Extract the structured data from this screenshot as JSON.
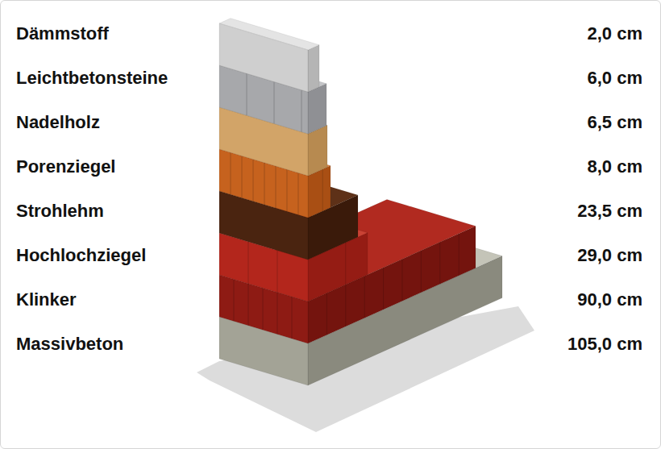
{
  "diagram": {
    "labels": [
      "Dämmstoff",
      "2,0 cm",
      "Leichtbetonsteine",
      "6,0 cm",
      "Nadelholz",
      "6,5 cm",
      "Porenziegel",
      "8,0 cm",
      "Strohlehm",
      "23,5 cm",
      "Hochlochziegel",
      "29,0 cm",
      "Klinker",
      "90,0 cm",
      "Massivbeton",
      "105,0 cm"
    ]
  }
}
